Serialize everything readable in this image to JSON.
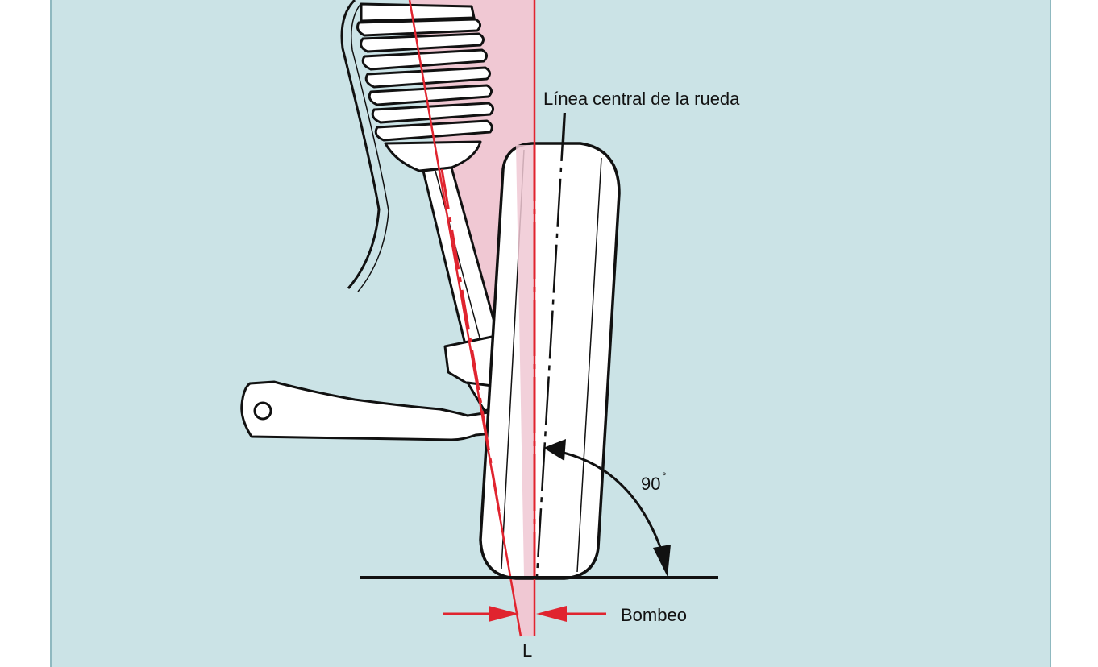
{
  "labels": {
    "centerline": "Línea central de la rueda",
    "angle": "90",
    "degree": "°",
    "camber": "Bombeo",
    "offset": "L"
  },
  "colors": {
    "panel": "#cbe3e6",
    "panel_border": "#8fb9c0",
    "highlight": "#f0c8d3",
    "axis_red": "#e0242f",
    "ink": "#111111",
    "part_fill": "#ffffff"
  },
  "angle_degrees": 90
}
